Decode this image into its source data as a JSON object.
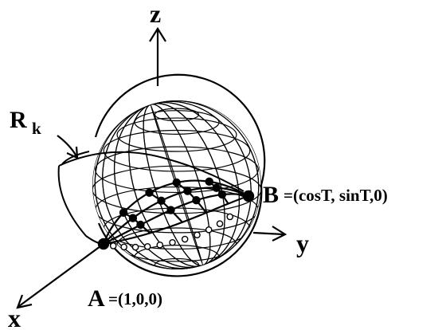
{
  "labels": {
    "z": "z",
    "y": "y",
    "x": "x",
    "R": "R",
    "R_sub": "k",
    "A": "A",
    "A_coords": "=(1,0,0)",
    "B": "B",
    "B_coords": "=(cosT, sinT,0)"
  },
  "colors": {
    "ink": "#000000",
    "background": "#ffffff"
  },
  "icons": {
    "axis_arrowhead": "arrowhead-icon",
    "pointer_arrow": "curved-arrow-icon"
  }
}
